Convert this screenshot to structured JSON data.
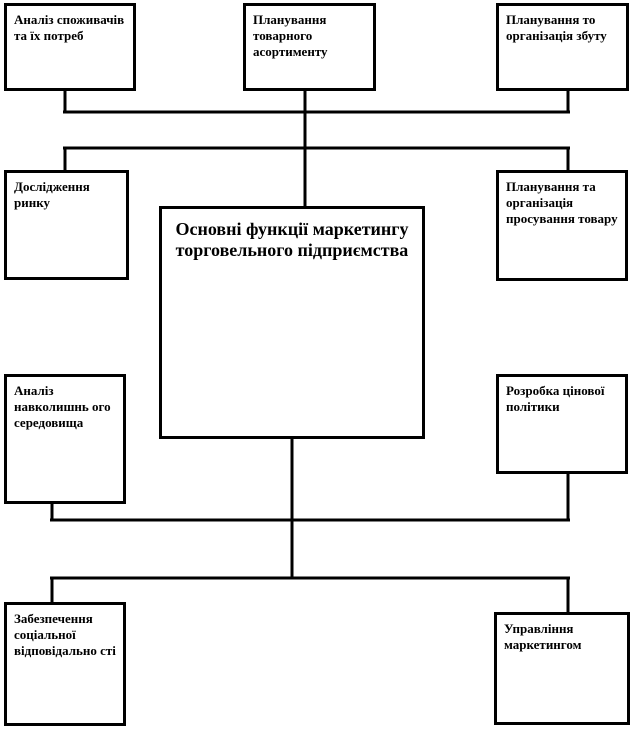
{
  "diagram": {
    "center": "Основні функції маркетингу торговельного підприємства",
    "boxes": {
      "consumers": "Аналіз споживачів та їх потреб",
      "assortment": "Планування товарного асортименту",
      "sales": "Планування то організація збуту",
      "market_research": "Дослідження ринку",
      "promotion": "Планування та організація просування товару",
      "environment": "Аналіз навколишнь ого середовища",
      "pricing": "Розробка цінової політики",
      "social": "Забезпечення соціальної відповідально сті",
      "management": "Управління маркетингом"
    }
  }
}
